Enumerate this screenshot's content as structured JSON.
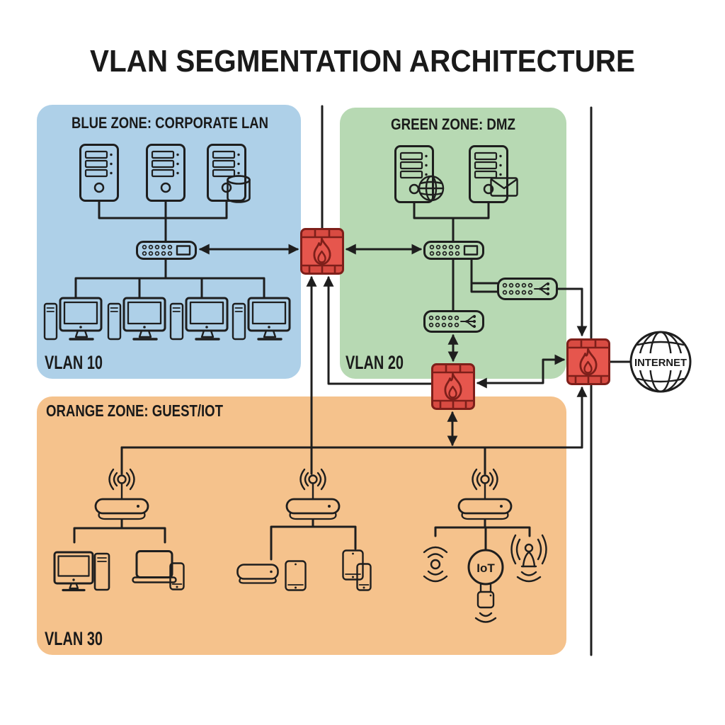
{
  "title": "VLAN SEGMENTATION ARCHITECTURE",
  "colors": {
    "blue-zone": "#aed0e8",
    "green-zone": "#b7d9b3",
    "orange-zone": "#f5c28c",
    "fw-fill": "#e6564d",
    "fw-band": "#d84b42",
    "fw-stroke": "#7e1f1a",
    "line": "#1e1e1e",
    "text": "#1a1a1a",
    "background": "#ffffff"
  },
  "zones": {
    "blue": {
      "label": "BLUE ZONE: CORPORATE LAN",
      "vlan": "VLAN 10",
      "devices": [
        "server",
        "server",
        "server-with-database",
        "switch",
        "workstation",
        "workstation",
        "workstation",
        "workstation"
      ]
    },
    "green": {
      "label": "GREEN ZONE: DMZ",
      "vlan": "VLAN 20",
      "devices": [
        "web-server-globe",
        "mail-server-envelope",
        "switch",
        "fanout-switch",
        "fanout-switch"
      ]
    },
    "orange": {
      "label": "ORANGE ZONE: GUEST/IOT",
      "vlan": "VLAN 30",
      "devices": [
        "access-point",
        "desktop-pc",
        "laptop",
        "smartphone",
        "access-point",
        "media-box",
        "tablet",
        "tablet",
        "smartphone",
        "access-point",
        "wireless-sensor",
        "iot-device",
        "antenna-sensor"
      ]
    }
  },
  "nodes": {
    "internet_label": "INTERNET",
    "iot_label": "IoT",
    "firewalls": [
      "firewall-blue-green",
      "firewall-dmz-guest",
      "firewall-internet-edge"
    ]
  }
}
